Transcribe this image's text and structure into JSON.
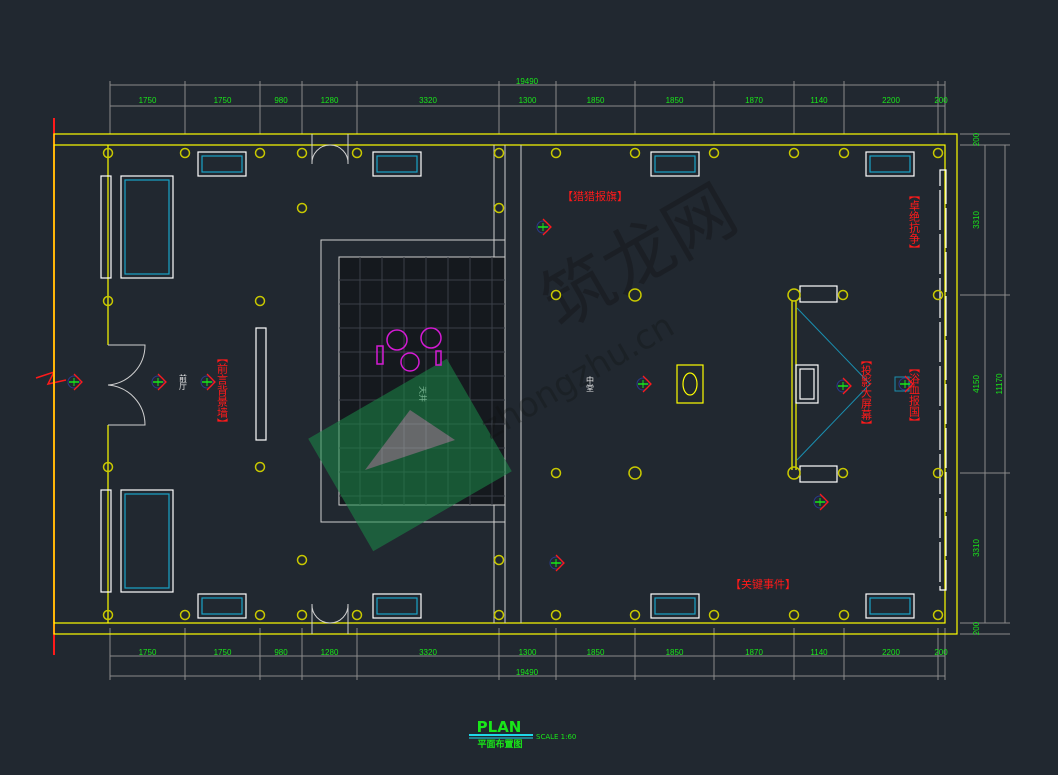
{
  "dimensions": {
    "top_total": "19490",
    "top_segments": [
      "1750",
      "1750",
      "980",
      "1280",
      "3320",
      "1300",
      "1850",
      "1850",
      "1870",
      "1140",
      "2200",
      "200"
    ],
    "bottom_total": "19490",
    "bottom_segments": [
      "1750",
      "1750",
      "980",
      "1280",
      "3320",
      "1300",
      "1850",
      "1850",
      "1870",
      "1140",
      "2200",
      "200"
    ],
    "right_segments": [
      "200",
      "3310",
      "4150",
      "3310",
      "200"
    ],
    "right_total": "11170"
  },
  "labels": {
    "preface_wall": "【前言背景墙】",
    "foyer": "前厅",
    "atrium": "天井",
    "flag_zone": "【猎猎报旗】",
    "hall": "中堂",
    "struggle": "【卓绝抗争】",
    "projection": "【投影大屏幕】",
    "bloodshed": "【浴血报国】",
    "events": "【关键事件】"
  },
  "title": {
    "plan": "PLAN",
    "subtitle": "平面布置图",
    "scale": "SCALE 1:60"
  },
  "watermark": {
    "text": "筑龙网",
    "url_text": "zhongzhu.cn"
  },
  "colors": {
    "background": "#212830",
    "wall": "#ffff00",
    "dimension_text": "#19e619",
    "label": "#ff1a1a",
    "furniture": "#ffffff"
  }
}
